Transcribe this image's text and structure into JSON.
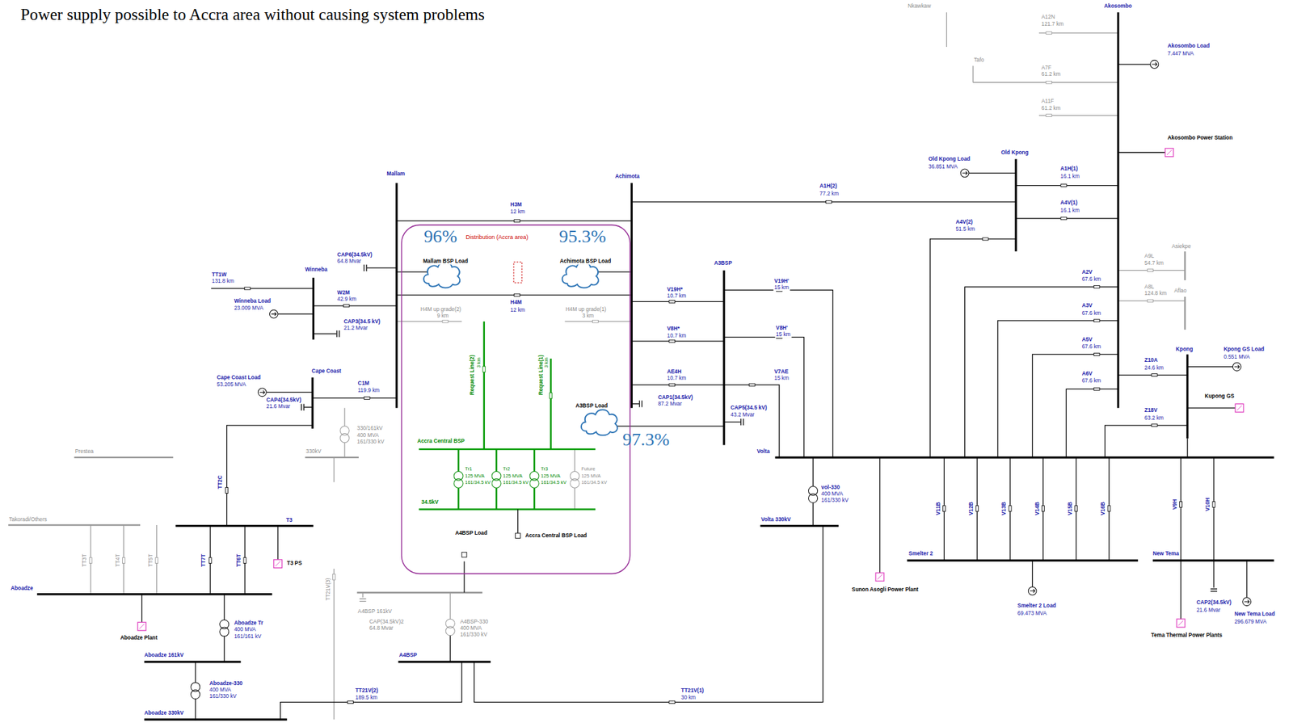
{
  "diagram": {
    "title": "Power supply possible to Accra area without causing system problems",
    "nodes": [
      {
        "text": [
          "Distribution (Accra area)"
        ]
      },
      {
        "text": [
          "96%"
        ],
        "in": 0
      },
      {
        "text": [
          "95.3%"
        ],
        "in": 0
      },
      {
        "text": [
          "97.3%"
        ],
        "in": 0
      }
    ],
    "labels": [
      "Nkawkaw",
      "Akosombo",
      "A12N",
      "121.7 km",
      "Tafo",
      "A7F",
      "61.2 km",
      "A11F",
      "61.2 km",
      "Akosombo Load",
      "7.447 MVA",
      "Akosombo Power Station",
      "Old Kpong Load",
      "36.851 MVA",
      "Old Kpong",
      "A1H(1)",
      "16.1 km",
      "A4V(1)",
      "16.1 km",
      "A1H(2)",
      "77.2 km",
      "A4V(2)",
      "51.5 km",
      "Asiekpe",
      "A9L",
      "54.7 km",
      "A8L",
      "124.8 km",
      "Aflao",
      "A2V",
      "67.6 km",
      "A3V",
      "67.6 km",
      "A5V",
      "67.6 km",
      "A6V",
      "67.6 km",
      "Kpong",
      "Kpong GS Load",
      "0.551 MVA",
      "Z10A",
      "24.6 km",
      "Kupong GS",
      "Z18V",
      "63.2 km",
      "Mallam",
      "Achimota",
      "H3M",
      "12 km",
      "Mallam BSP Load",
      "Achimota BSP Load",
      "A3BSP",
      "V19H'",
      "15 km",
      "V19H*",
      "10.7 km",
      "V8H'",
      "15 km",
      "V8H*",
      "10.7 km",
      "AE4H",
      "10.7 km",
      "V7AE",
      "15 km",
      "H4M",
      "12 km",
      "H4M up grade(2)",
      "9 km",
      "H4M up grade(1)",
      "3 km",
      "CAP6(34.5kV)",
      "64.8 Mvar",
      "Winneba",
      "TT1W",
      "131.8 km",
      "W2M",
      "42.9 km",
      "Winneba Load",
      "23.009 MVA",
      "CAP3(34.5 kV)",
      "21.2 Mvar",
      "Cape Coast",
      "Cape Coast Load",
      "53.205 MVA",
      "C1M",
      "119.9 km",
      "CAP4(34.5kV)",
      "21.6 Mvar",
      "Request Line(2)",
      "3 km",
      "Request Line(1)",
      "3 km",
      "A3BSP Load",
      "CAP1(34.5kV)",
      "87.2 Mvar",
      "CAP5(34.5 kV)",
      "43.2 Mvar",
      "330/161kV",
      "400 MVA",
      "161/330 kV",
      "330kV",
      "Prestea",
      "Accra Central BSP",
      "Tr1",
      "125 MVA",
      "161/34.5 kV",
      "Tr2",
      "125 MVA",
      "161/34.5 kV",
      "Tr3",
      "125 MVA",
      "161/34.5 kV",
      "Future",
      "125 MVA",
      "161/34.5 kV",
      "34.5kV",
      "Volta",
      "TT2C",
      "Takoradi/Others",
      "T3",
      "TT3T",
      "TT4T",
      "TT5T",
      "TT7T",
      "TT6T",
      "T3 PS",
      "Aboadze",
      "Aboadze Plant",
      "Aboadze Tr",
      "400 MVA",
      "161/161 kV",
      "A4BSP Load",
      "Accra Central BSP Load",
      "Volta 330kV",
      "vol-330",
      "400 MVA",
      "161/330 kV",
      "Sunon Asogli Power Plant",
      "V11B",
      "V12B",
      "V13B",
      "V14B",
      "V15B",
      "V16B",
      "V9H",
      "V10H",
      "Smelter 2",
      "Smelter 2 Load",
      "69.473 MVA",
      "New Tema",
      "CAP2(34.5kV)",
      "21.6 Mvar",
      "New Tema Load",
      "296.679 MVA",
      "Tema Thermal Power Plants",
      "TT21V(3)",
      "A4BSP 161kV",
      "CAP(34.5kV)2",
      "64.8 Mvar",
      "A4BSP-330",
      "400 MVA",
      "161/330 kV",
      "A4BSP",
      "Aboadze 161kV",
      "Aboadze-330",
      "400 MVA",
      "161/330 kV",
      "TT21V(2)",
      "189.5 km",
      "TT21V(1)",
      "30 km",
      "Aboadze 330kV"
    ]
  }
}
